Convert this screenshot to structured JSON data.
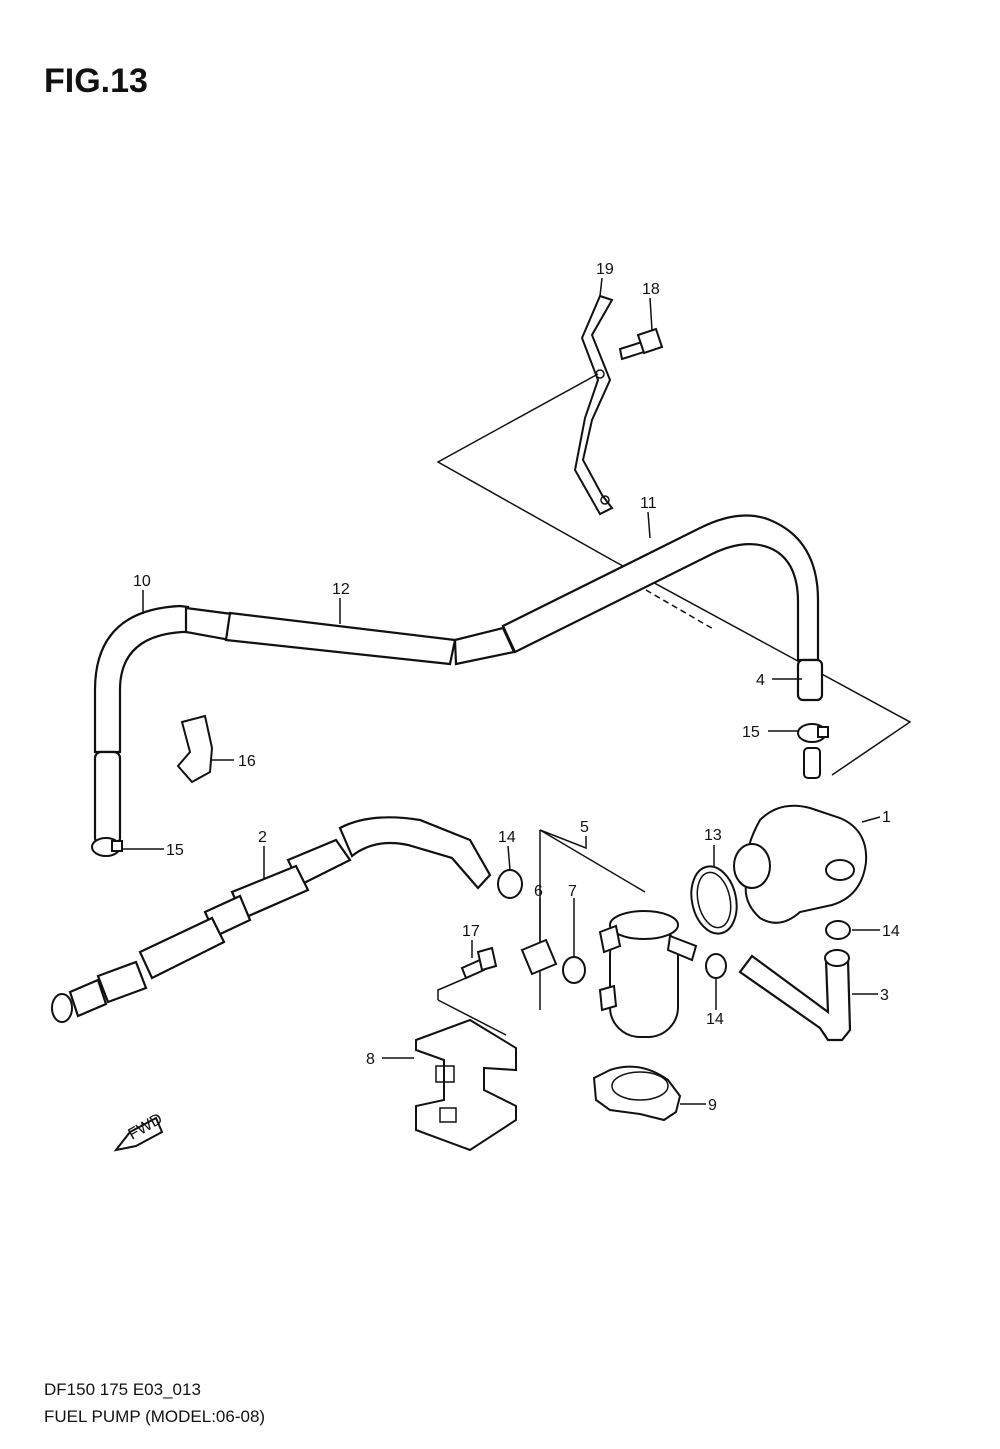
{
  "figure": {
    "title": "FIG.13",
    "code": "DF150 175 E03_013",
    "description": "FUEL PUMP (MODEL:06-08)"
  },
  "parts": [
    {
      "num": "1"
    },
    {
      "num": "2"
    },
    {
      "num": "3"
    },
    {
      "num": "4"
    },
    {
      "num": "5"
    },
    {
      "num": "6"
    },
    {
      "num": "7"
    },
    {
      "num": "8"
    },
    {
      "num": "9"
    },
    {
      "num": "10"
    },
    {
      "num": "11"
    },
    {
      "num": "12"
    },
    {
      "num": "13"
    },
    {
      "num": "14"
    },
    {
      "num": "14"
    },
    {
      "num": "14"
    },
    {
      "num": "15"
    },
    {
      "num": "15"
    },
    {
      "num": "16"
    },
    {
      "num": "17"
    },
    {
      "num": "18"
    },
    {
      "num": "19"
    }
  ],
  "fwd_label": "FWD"
}
